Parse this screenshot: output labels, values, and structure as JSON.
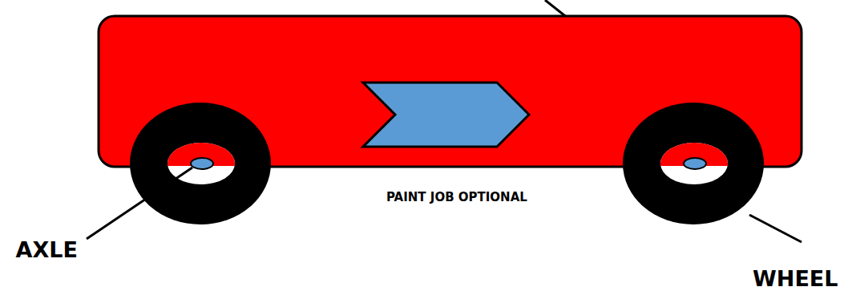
{
  "diagram": {
    "labels": [
      "PAINT JOB OPTIONAL",
      "AXLE",
      "WHEEL"
    ]
  }
}
